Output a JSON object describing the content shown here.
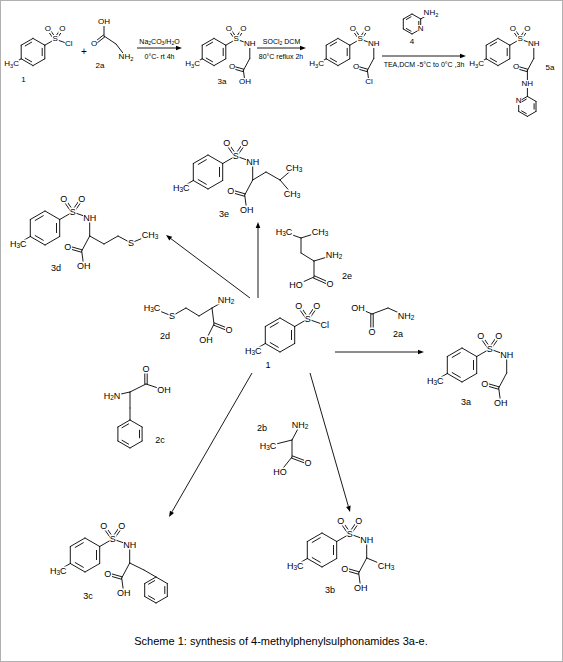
{
  "diagram": {
    "caption": "Scheme 1: synthesis of 4-methylphenylsulphonamides 3a-e.",
    "nodes": [
      {
        "text": [
          "O",
          "O",
          "S",
          "Cl",
          "H3C",
          "1"
        ]
      },
      {
        "text": [
          "OH",
          "O",
          "NH2",
          "2a"
        ]
      },
      {
        "text": [
          "O",
          "O",
          "S",
          "NH",
          "H3C",
          "O",
          "OH",
          "3a"
        ]
      },
      {
        "text": [
          "O",
          "O",
          "S",
          "NH",
          "H3C",
          "O",
          "Cl"
        ]
      },
      {
        "text": [
          "N",
          "NH2",
          "4"
        ]
      },
      {
        "text": [
          "O",
          "O",
          "S",
          "NH",
          "H3C",
          "O",
          "NH",
          "N",
          "5a"
        ]
      },
      {
        "text": [
          "O",
          "O",
          "S",
          "NH",
          "H3C",
          "O",
          "OH",
          "CH3",
          "CH3",
          "3e"
        ]
      },
      {
        "text": [
          "H3C",
          "CH3",
          "HO",
          "O",
          "NH2",
          "2e"
        ]
      },
      {
        "text": [
          "O",
          "O",
          "S",
          "NH",
          "H3C",
          "O",
          "OH",
          "S",
          "CH3",
          "3d"
        ]
      },
      {
        "text": [
          "H3C",
          "S",
          "NH2",
          "O",
          "OH",
          "2d"
        ]
      },
      {
        "text": [
          "O",
          "O",
          "S",
          "Cl",
          "H3C",
          "1"
        ]
      },
      {
        "text": [
          "OH",
          "O",
          "NH2",
          "2a"
        ]
      },
      {
        "text": [
          "O",
          "O",
          "S",
          "NH",
          "H3C",
          "O",
          "OH",
          "3a"
        ]
      },
      {
        "text": [
          "H2N",
          "O",
          "OH",
          "2c"
        ]
      },
      {
        "text": [
          "NH2",
          "H3C",
          "O",
          "HO",
          "2b"
        ]
      },
      {
        "text": [
          "O",
          "O",
          "S",
          "NH",
          "H3C",
          "O",
          "OH",
          "3c"
        ]
      },
      {
        "text": [
          "O",
          "O",
          "S",
          "NH",
          "H3C",
          "O",
          "OH",
          "CH3",
          "3b"
        ]
      }
    ],
    "edges": [
      {
        "from": 1,
        "to": 2,
        "label": "Na2CO3/H2O",
        "arrow": "to"
      },
      {
        "from": 2,
        "to": 3,
        "label": "SOCl2 DCM",
        "arrow": "to"
      },
      {
        "from": 3,
        "to": 5,
        "label": "TEA,DCM -5°C to 0°C ,3h",
        "arrow": "to"
      },
      {
        "from": 10,
        "to": 6,
        "arrow": "to"
      },
      {
        "from": 10,
        "to": 8,
        "arrow": "to"
      },
      {
        "from": 10,
        "to": 12,
        "arrow": "to"
      },
      {
        "from": 10,
        "to": 16,
        "arrow": "to"
      },
      {
        "from": 10,
        "to": 15,
        "arrow": "to"
      }
    ],
    "labels": [
      "+",
      "0°C- rt 4h",
      "80°C reflux 2h"
    ]
  }
}
